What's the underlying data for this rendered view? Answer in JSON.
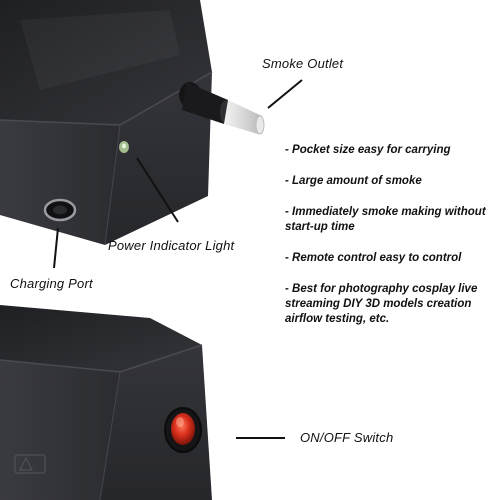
{
  "labels": {
    "smoke_outlet": "Smoke Outlet",
    "power_indicator": "Power Indicator Light",
    "charging_port": "Charging Port",
    "on_off_switch": "ON/OFF Switch"
  },
  "features": [
    "- Pocket size easy for carrying",
    "- Large amount of smoke",
    "- Immediately smoke making without start-up time",
    "-  Remote control easy to control",
    "- Best for photography cosplay live streaming DIY 3D models creation airflow testing, etc."
  ],
  "colors": {
    "device_body": "#2e2f33",
    "device_top": "#26272b",
    "switch_red": "#d0301f",
    "indicator_green": "#b9d6a0",
    "text": "#111111"
  }
}
